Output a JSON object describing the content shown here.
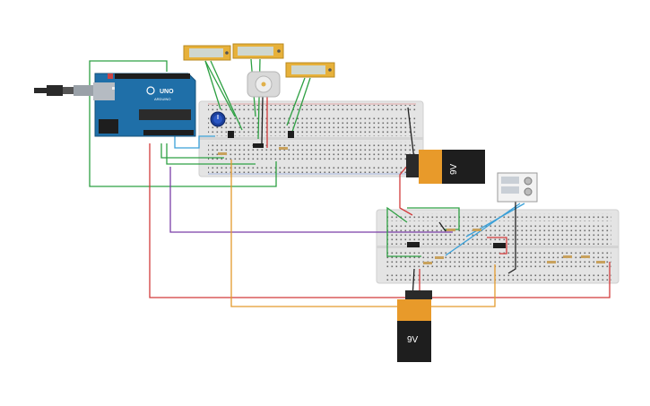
{
  "arduino": {
    "logo_text": "UNO",
    "brand_text": "ARDUINO",
    "colors": {
      "board": "#1f6fa8",
      "chip": "#2b2b2b",
      "usb": "#9aa1a8"
    }
  },
  "batteries": [
    {
      "label": "9V",
      "orientation": "horizontal"
    },
    {
      "label": "9V",
      "orientation": "vertical"
    }
  ],
  "wire_colors": {
    "green": "#2ea043",
    "red": "#d23b3b",
    "black": "#222222",
    "orange": "#e39a2c",
    "purple": "#7b3fa8",
    "blue": "#3aa0d8"
  },
  "icons": {
    "lcd": "lcd-display-icon",
    "motor": "dc-motor-icon",
    "potentiometer": "potentiometer-icon",
    "transistor": "transistor-icon",
    "ic": "ic-chip-icon",
    "resistor": "resistor-icon",
    "power_supply": "power-supply-icon"
  }
}
